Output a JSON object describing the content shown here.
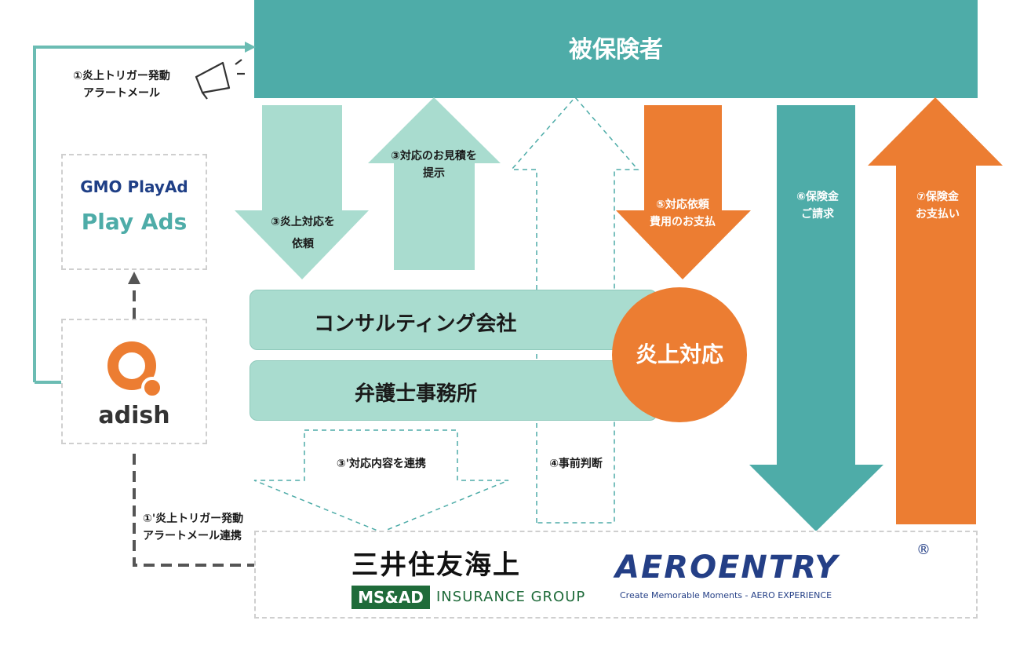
{
  "title": "被保険者",
  "colors": {
    "teal": "#4eaca8",
    "light_teal": "#a9dccf",
    "orange": "#ec7d32"
  },
  "left": {
    "alert_label_1": "①炎上トリガー発動",
    "alert_label_2": "アラートメール",
    "partner_logo_top": "GMO PlayAd",
    "partner_logo_bottom": "Play Ads",
    "adish_logo": "adish",
    "alert_link_label_1": "①'炎上トリガー発動",
    "alert_link_label_2": "アラートメール連携"
  },
  "arrows": {
    "request_1": "③炎上対応を",
    "request_2": "依頼",
    "estimate_1": "③対応のお見積を",
    "estimate_2": "提示",
    "cost_1": "⑤対応依頼",
    "cost_2": "費用のお支払",
    "claim_1": "⑥保険金",
    "claim_2": "ご請求",
    "payout_1": "⑦保険金",
    "payout_2": "お支払い",
    "share_content": "③'対応内容を連携",
    "pre_judgment": "④事前判断"
  },
  "firms": {
    "consulting": "コンサルティング会社",
    "lawyer": "弁護士事務所"
  },
  "fire_response": "炎上対応",
  "insurers": {
    "mitsui_name": "三井住友海上",
    "msad_badge": "MS&AD",
    "msad_group": "INSURANCE GROUP",
    "aeroentry_name": "AEROENTRY",
    "aeroentry_registered": "®",
    "aeroentry_tagline": "Create Memorable Moments - AERO EXPERIENCE"
  }
}
